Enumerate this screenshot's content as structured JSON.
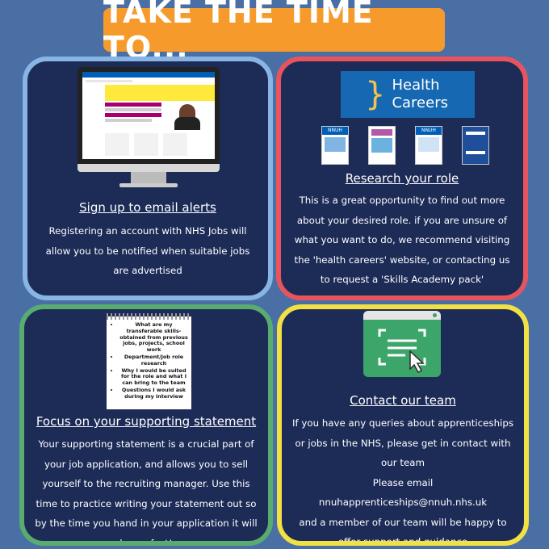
{
  "banner": {
    "title": "TAKE THE TIME TO..."
  },
  "email_alerts": {
    "heading": "Sign up to email alerts",
    "text": "Registering an account with NHS Jobs will allow you to be notified when suitable jobs are advertised"
  },
  "research": {
    "logo_line1": "Health",
    "logo_line2": "Careers",
    "booklet1_label": "NNUH",
    "booklet3_label": "NNUH",
    "heading": "Research your role",
    "text": "This is a great opportunity to find out more about your desired role. if you are unsure of what you want to do, we recommend visiting the 'health careers' website, or contacting us to request a 'Skills Academy pack'"
  },
  "supporting_statement": {
    "notepad_items": [
      "What are my transferable skills- obtained from previous jobs, projects, school work",
      "Department/Job role research",
      "Why I would be suited for the role and what I can bring to the team",
      "Questions I would ask during my interview"
    ],
    "heading": "Focus on your supporting statement",
    "text": "Your supporting statement is a crucial part of your job application, and allows you to sell yourself to the recruiting manager. Use this time to practice writing your statement out so by the time you hand in your application it will be perfect!"
  },
  "contact": {
    "heading": "Contact our team",
    "line1": "If you have any queries about apprenticeships or jobs in the NHS, please get in contact with our team",
    "line2": "Please email nnuhapprenticeships@nnuh.nhs.uk",
    "line3": "and a member of our team will be happy to offer support and guidance"
  },
  "colors": {
    "background": "#4a6fa5",
    "card": "#1d2b57",
    "banner": "#f79a2c",
    "border_email": "#88b5e3",
    "border_research": "#e8545e",
    "border_statement": "#59ac6f",
    "border_contact": "#f2e143"
  }
}
